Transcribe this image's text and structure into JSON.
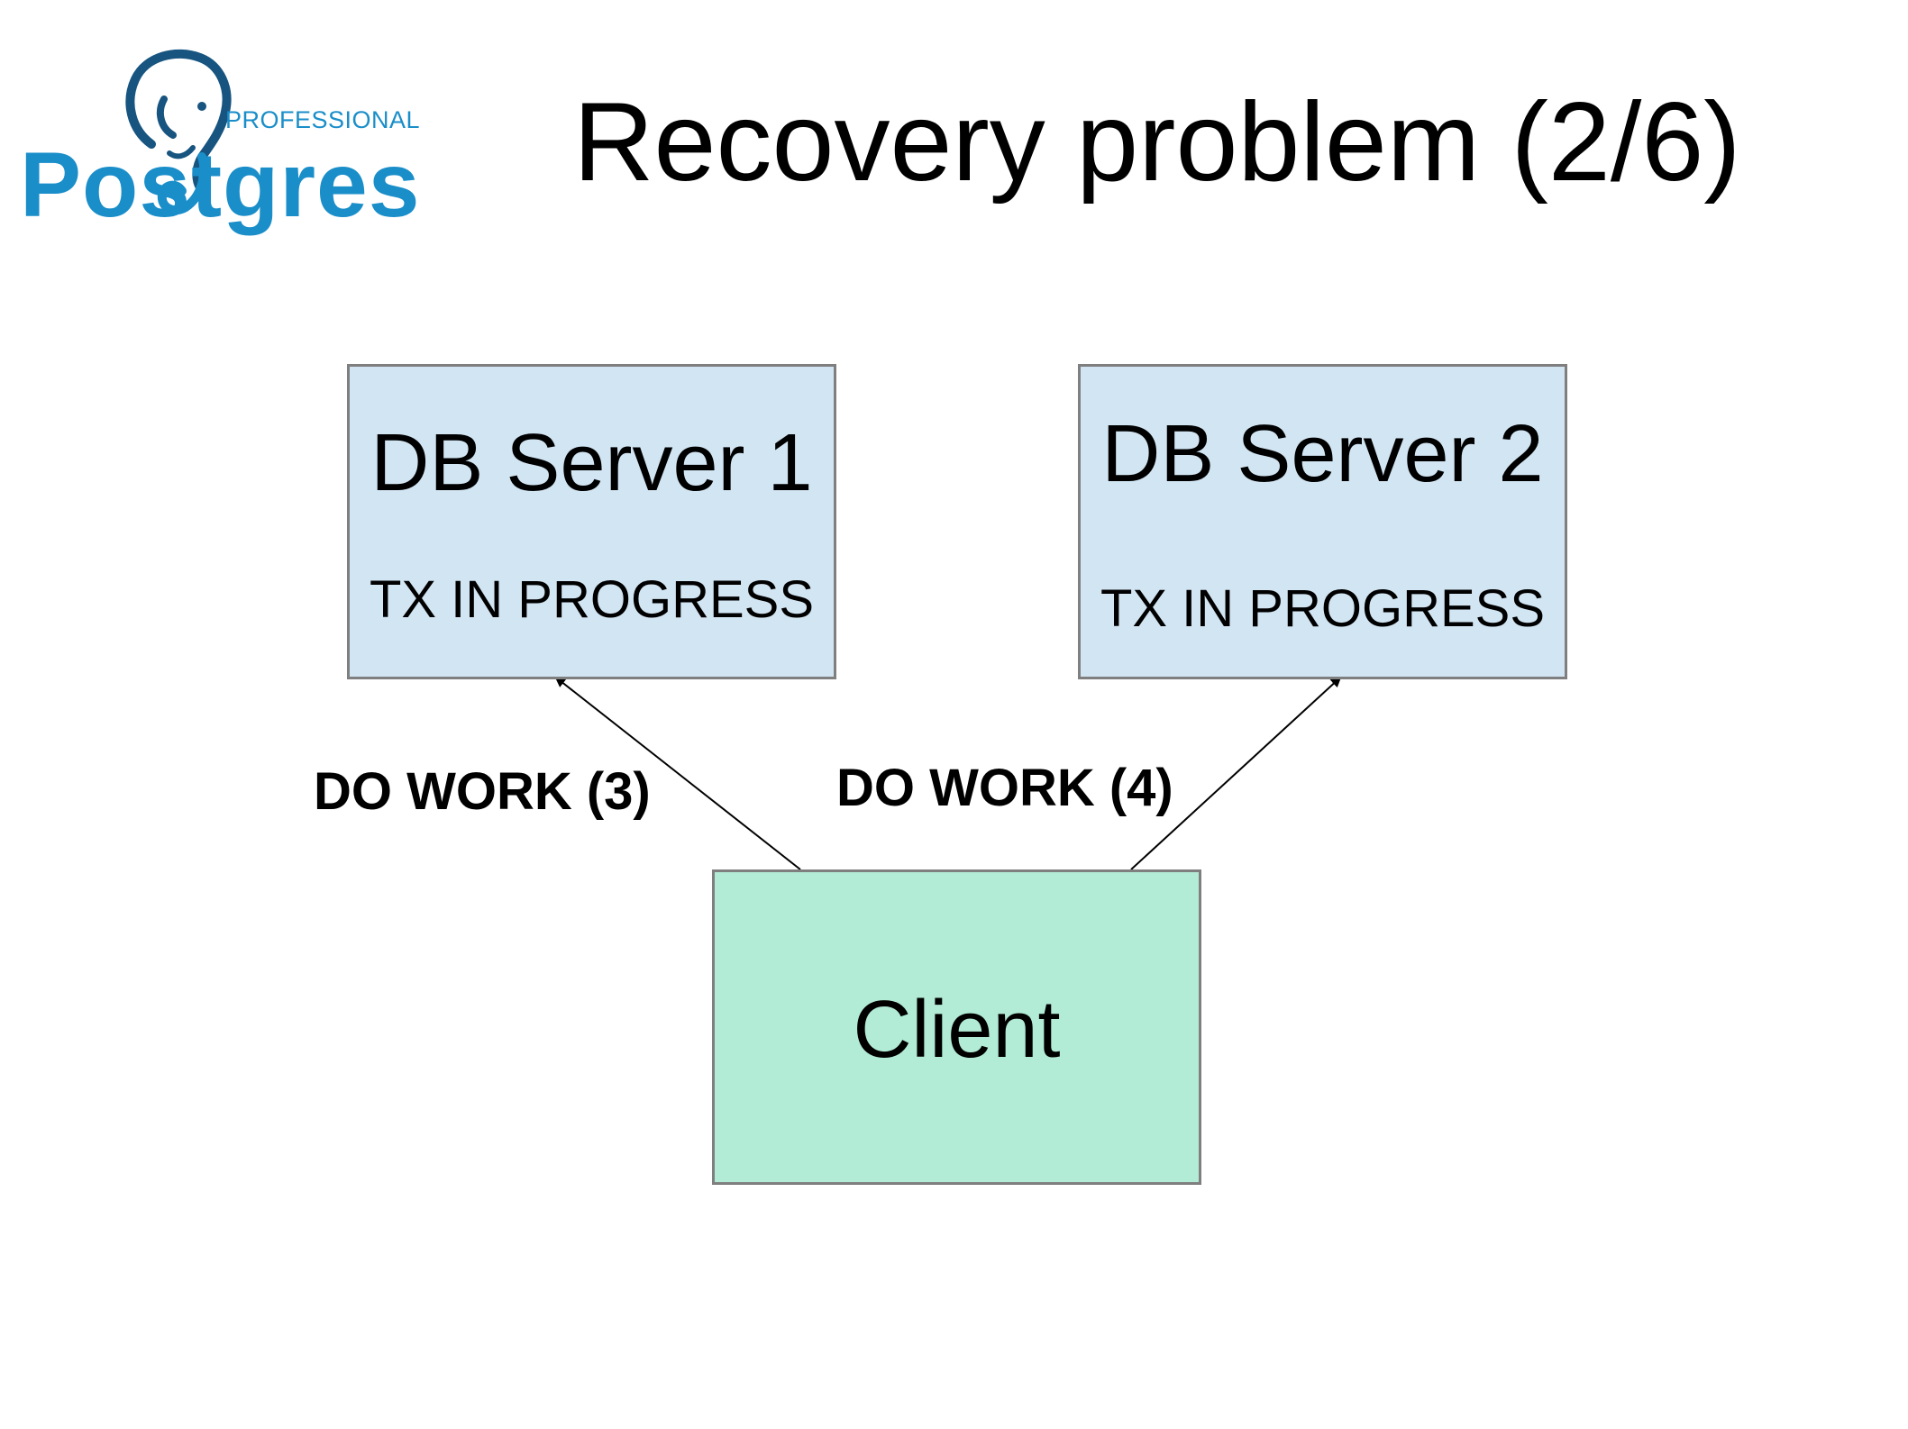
{
  "title": "Recovery problem (2/6)",
  "logo": {
    "brand": "Postgres",
    "subtitle": "PROFESSIONAL",
    "color": "#1a8ec9",
    "icon": "elephant-icon"
  },
  "nodes": {
    "server1": {
      "title": "DB Server 1",
      "status": "TX IN PROGRESS",
      "color": "#d2e5f3"
    },
    "server2": {
      "title": "DB Server 2",
      "status": "TX IN PROGRESS",
      "color": "#d2e5f3"
    },
    "client": {
      "title": "Client",
      "color": "#b2ecd6"
    }
  },
  "edges": [
    {
      "from": "client",
      "to": "server1",
      "label": "DO WORK (3)"
    },
    {
      "from": "client",
      "to": "server2",
      "label": "DO WORK (4)"
    }
  ]
}
